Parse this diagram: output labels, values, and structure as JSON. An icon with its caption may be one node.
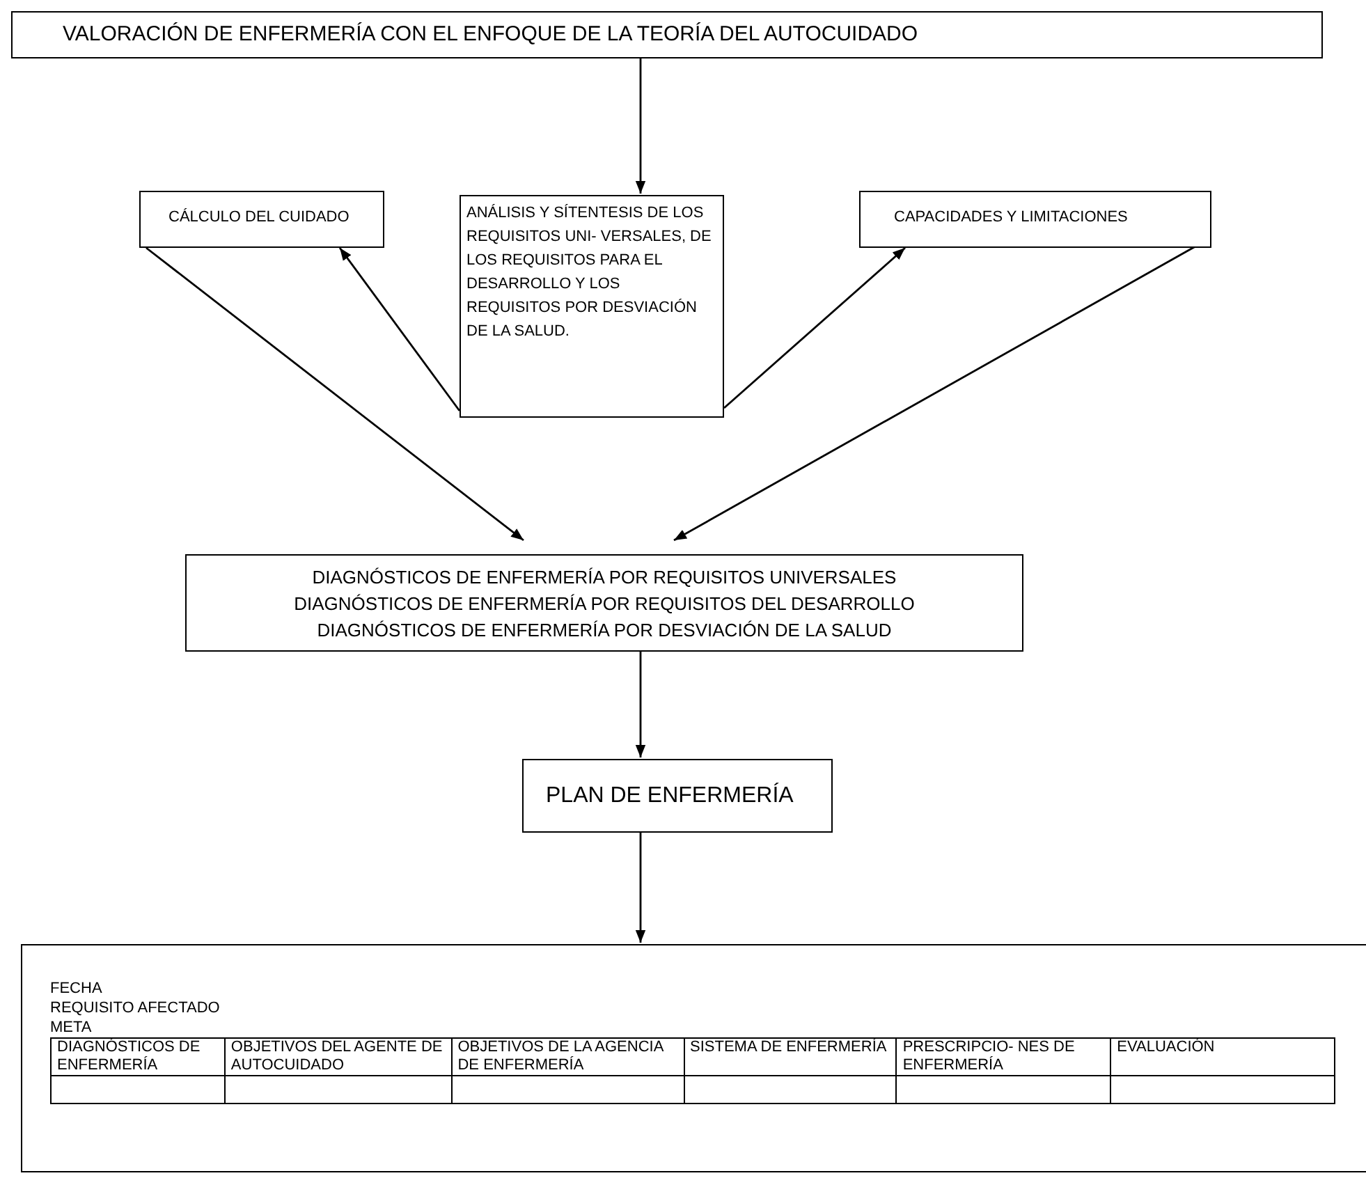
{
  "diagram": {
    "nodes": [
      {
        "text": [
          "VALORACIÓN DE ENFERMERÍA CON EL ENFOQUE DE LA TEORÍA DEL AUTOCUIDADO"
        ]
      },
      {
        "text": [
          "CÁLCULO DEL CUIDADO"
        ]
      },
      {
        "text": [
          "ANÁLISIS Y SÍTENTESIS DE LOS REQUISITOS UNI- VERSALES, DE LOS REQUISITOS PARA EL DESARROLLO Y LOS REQUISITOS POR DESVIACIÓN DE LA SALUD."
        ]
      },
      {
        "text": [
          "CAPACIDADES Y LIMITACIONES"
        ]
      },
      {
        "text": [
          "DIAGNÓSTICOS DE ENFERMERÍA POR REQUISITOS UNIVERSALES",
          "DIAGNÓSTICOS DE ENFERMERÍA POR REQUISITOS DEL DESARROLLO",
          "DIAGNÓSTICOS DE ENFERMERÍA POR DESVIACIÓN DE LA SALUD"
        ]
      },
      {
        "text": [
          "PLAN DE ENFERMERÍA"
        ]
      },
      {
        "text": [
          "FECHA",
          "REQUISITO AFECTADO",
          "META"
        ]
      }
    ],
    "edges": [
      {
        "from": 0,
        "to": 2,
        "arrow": "to"
      },
      {
        "from": 2,
        "to": 1,
        "arrow": "to"
      },
      {
        "from": 2,
        "to": 3,
        "arrow": "to"
      },
      {
        "from": 1,
        "to": 4,
        "arrow": "to"
      },
      {
        "from": 3,
        "to": 4,
        "arrow": "to"
      },
      {
        "from": 4,
        "to": 5,
        "arrow": "to"
      },
      {
        "from": 5,
        "to": 6,
        "arrow": "to"
      }
    ],
    "labels": [
      "DIAGNÓSTICOS DE ENFERMERÍA",
      "OBJETIVOS DEL AGENTE DE AUTOCUIDADO",
      "OBJETIVOS DE LA AGENCIA DE ENFERMERÍA",
      "SISTEMA DE ENFERMERÍA",
      "PRESCRIPCIO- NES DE ENFERMERÍA",
      "EVALUACIÓN"
    ]
  }
}
